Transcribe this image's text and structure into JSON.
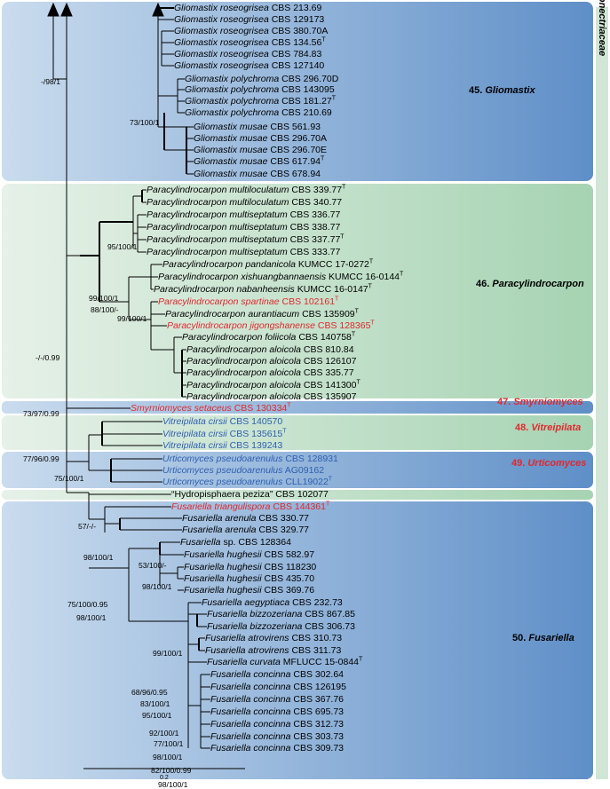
{
  "family": "Bionectriaceae",
  "clades": [
    {
      "label_num": "45.",
      "label_name": "Gliomastix",
      "color": "#000000"
    },
    {
      "label_num": "46.",
      "label_name": "Paracylindrocarpon",
      "color": "#000000"
    },
    {
      "label_num": "47.",
      "label_name": "Smyrniomyces",
      "color": "#e0282e"
    },
    {
      "label_num": "48.",
      "label_name": "Vitreipilata",
      "color": "#e0282e"
    },
    {
      "label_num": "49.",
      "label_name": "Urticomyces",
      "color": "#e0282e"
    },
    {
      "label_num": "50.",
      "label_name": "Fusariella",
      "color": "#000000"
    }
  ],
  "taxa": [
    {
      "species": "Gliomastix roseogrisea",
      "strain": "CBS 213.69",
      "type": false,
      "color": "black"
    },
    {
      "species": "Gliomastix roseogrisea",
      "strain": "CBS 129173",
      "type": false,
      "color": "black"
    },
    {
      "species": "Gliomastix roseogrisea",
      "strain": "CBS 380.70A",
      "type": false,
      "color": "black"
    },
    {
      "species": "Gliomastix roseogrisea",
      "strain": "CBS 134.56",
      "type": true,
      "color": "black"
    },
    {
      "species": "Gliomastix roseogrisea",
      "strain": "CBS 784.83",
      "type": false,
      "color": "black"
    },
    {
      "species": "Gliomastix roseogrisea",
      "strain": "CBS 127140",
      "type": false,
      "color": "black"
    },
    {
      "species": "Gliomastix polychroma",
      "strain": "CBS 296.70D",
      "type": false,
      "color": "black"
    },
    {
      "species": "Gliomastix polychroma",
      "strain": "CBS 143095",
      "type": false,
      "color": "black"
    },
    {
      "species": "Gliomastix polychroma",
      "strain": "CBS 181.27",
      "type": true,
      "color": "black"
    },
    {
      "species": "Gliomastix polychroma",
      "strain": "CBS 210.69",
      "type": false,
      "color": "black"
    },
    {
      "species": "Gliomastix musae",
      "strain": "CBS 561.93",
      "type": false,
      "color": "black"
    },
    {
      "species": "Gliomastix musae",
      "strain": "CBS 296.70A",
      "type": false,
      "color": "black"
    },
    {
      "species": "Gliomastix musae",
      "strain": "CBS 296.70E",
      "type": false,
      "color": "black"
    },
    {
      "species": "Gliomastix musae",
      "strain": "CBS 617.94",
      "type": true,
      "color": "black"
    },
    {
      "species": "Gliomastix musae",
      "strain": "CBS 678.94",
      "type": false,
      "color": "black"
    },
    {
      "species": "Paracylindrocarpon multiloculatum",
      "strain": "CBS 339.77",
      "type": true,
      "color": "black"
    },
    {
      "species": "Paracylindrocarpon multiloculatum",
      "strain": "CBS 340.77",
      "type": false,
      "color": "black"
    },
    {
      "species": "Paracylindrocarpon multiseptatum",
      "strain": "CBS 336.77",
      "type": false,
      "color": "black"
    },
    {
      "species": "Paracylindrocarpon multiseptatum",
      "strain": "CBS 338.77",
      "type": false,
      "color": "black"
    },
    {
      "species": "Paracylindrocarpon multiseptatum",
      "strain": "CBS 337.77",
      "type": true,
      "color": "black"
    },
    {
      "species": "Paracylindrocarpon multiseptatum",
      "strain": "CBS 333.77",
      "type": false,
      "color": "black"
    },
    {
      "species": "Paracylindrocarpon pandanicola",
      "strain": "KUMCC 17-0272",
      "type": true,
      "color": "black"
    },
    {
      "species": "Paracylindrocarpon xishuangbannaensis",
      "strain": "KUMCC 16-0144",
      "type": true,
      "color": "black"
    },
    {
      "species": "Paracylindrocarpon nabanheensis",
      "strain": "KUMCC 16-0147",
      "type": true,
      "color": "black"
    },
    {
      "species": "Paracylindrocarpon spartinae",
      "strain": "CBS 102161",
      "type": true,
      "color": "red"
    },
    {
      "species": "Paracylindrocarpon aurantiacum",
      "strain": "CBS 135909",
      "type": true,
      "color": "black"
    },
    {
      "species": "Paracylindrocarpon jigongshanense",
      "strain": "CBS 128365",
      "type": true,
      "color": "red"
    },
    {
      "species": "Paracylindrocarpon foliicola",
      "strain": "CBS 140758",
      "type": true,
      "color": "black"
    },
    {
      "species": "Paracylindrocarpon aloicola",
      "strain": "CBS 810.84",
      "type": false,
      "color": "black"
    },
    {
      "species": "Paracylindrocarpon aloicola",
      "strain": "CBS 126107",
      "type": false,
      "color": "black"
    },
    {
      "species": "Paracylindrocarpon aloicola",
      "strain": "CBS 335.77",
      "type": false,
      "color": "black"
    },
    {
      "species": "Paracylindrocarpon aloicola",
      "strain": "CBS 141300",
      "type": true,
      "color": "black"
    },
    {
      "species": "Paracylindrocarpon aloicola",
      "strain": "CBS 135907",
      "type": false,
      "color": "black"
    },
    {
      "species": "Smyrniomyces setaceus",
      "strain": "CBS 130334",
      "type": true,
      "color": "red"
    },
    {
      "species": "Vitreipilata cirsii",
      "strain": "CBS 140570",
      "type": false,
      "color": "blue"
    },
    {
      "species": "Vitreipilata cirsii",
      "strain": "CBS 135615",
      "type": true,
      "color": "blue"
    },
    {
      "species": "Vitreipilata cirsii",
      "strain": "CBS 139243",
      "type": false,
      "color": "blue"
    },
    {
      "species": "Urticomyces pseudoarenulus",
      "strain": "CBS 128931",
      "type": false,
      "color": "blue"
    },
    {
      "species": "Urticomyces pseudoarenulus",
      "strain": "AG09162",
      "type": false,
      "color": "blue"
    },
    {
      "species": "Urticomyces pseudoarenulus",
      "strain": "CLL19022",
      "type": true,
      "color": "blue"
    },
    {
      "species": "“Hydropisphaera peziza”",
      "strain": "CBS 102077",
      "type": false,
      "color": "black",
      "upright": true
    },
    {
      "species": "Fusariella triangulispora",
      "strain": "CBS 144361",
      "type": true,
      "color": "red"
    },
    {
      "species": "Fusariella arenula",
      "strain": "CBS 330.77",
      "type": false,
      "color": "black"
    },
    {
      "species": "Fusariella arenula",
      "strain": "CBS 329.77",
      "type": false,
      "color": "black"
    },
    {
      "species": "Fusariella",
      "strain": "sp. CBS 128364",
      "type": false,
      "color": "black"
    },
    {
      "species": "Fusariella hughesii",
      "strain": "CBS 582.97",
      "type": false,
      "color": "black"
    },
    {
      "species": "Fusariella hughesii",
      "strain": "CBS 118230",
      "type": false,
      "color": "black"
    },
    {
      "species": "Fusariella hughesii",
      "strain": "CBS 435.70",
      "type": false,
      "color": "black"
    },
    {
      "species": "Fusariella hughesii",
      "strain": "CBS 369.76",
      "type": false,
      "color": "black"
    },
    {
      "species": "Fusariella aegyptiaca",
      "strain": "CBS 232.73",
      "type": false,
      "color": "black"
    },
    {
      "species": "Fusariella bizzozeriana",
      "strain": "CBS 867.85",
      "type": false,
      "color": "black"
    },
    {
      "species": "Fusariella bizzozeriana",
      "strain": "CBS 306.73",
      "type": false,
      "color": "black"
    },
    {
      "species": "Fusariella atrovirens",
      "strain": "CBS 310.73",
      "type": false,
      "color": "black"
    },
    {
      "species": "Fusariella atrovirens",
      "strain": "CBS 311.73",
      "type": false,
      "color": "black"
    },
    {
      "species": "Fusariella curvata",
      "strain": "MFLUCC 15-0844",
      "type": true,
      "color": "black"
    },
    {
      "species": "Fusariella concinna",
      "strain": "CBS 302.64",
      "type": false,
      "color": "black"
    },
    {
      "species": "Fusariella concinna",
      "strain": "CBS 126195",
      "type": false,
      "color": "black"
    },
    {
      "species": "Fusariella concinna",
      "strain": "CBS 367.76",
      "type": false,
      "color": "black"
    },
    {
      "species": "Fusariella concinna",
      "strain": "CBS 695.73",
      "type": false,
      "color": "black"
    },
    {
      "species": "Fusariella concinna",
      "strain": "CBS 312.73",
      "type": false,
      "color": "black"
    },
    {
      "species": "Fusariella concinna",
      "strain": "CBS 303.73",
      "type": false,
      "color": "black"
    },
    {
      "species": "Fusariella concinna",
      "strain": "CBS 309.73",
      "type": false,
      "color": "black"
    }
  ],
  "supports": [
    "-/98/1",
    "73/100/1",
    "95/100/1",
    "99/100/1",
    "88/100/-",
    "99/100/1",
    "-/-/0.99",
    "73/97/0.99",
    "77/96/0.99",
    "75/100/1",
    "57/-/-",
    "98/100/1",
    "53/100/-",
    "75/100/0.95",
    "98/100/1",
    "98/100/1",
    "99/100/1",
    "68/96/0.95",
    "83/100/1",
    "95/100/1",
    "92/100/1",
    "77/100/1",
    "98/100/1",
    "82/100/0.99",
    "98/100/1"
  ],
  "type_mark": "T",
  "scale": "0.2",
  "colors": {
    "red": "#e0282e",
    "blue": "#2e5fb0",
    "black": "#000000",
    "family_bar": "#d1e6d6"
  }
}
